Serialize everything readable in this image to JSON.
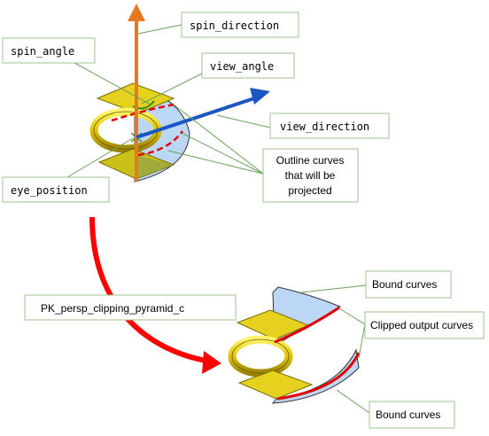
{
  "labels": {
    "spin_direction": "spin_direction",
    "spin_angle": "spin_angle",
    "view_angle": "view_angle",
    "view_direction": "view_direction",
    "outline_line1": "Outline curves",
    "outline_line2": "that will be",
    "outline_line3": "projected",
    "eye_position": "eye_position",
    "function_name": "PK_persp_clipping_pyramid_c",
    "bound_curves_top": "Bound curves",
    "clipped_output": "Clipped output curves",
    "bound_curves_bottom": "Bound curves"
  },
  "colors": {
    "spin_arrow": "#e87722",
    "view_arrow": "#1a56c4",
    "transition_arrow": "#ff0000",
    "clipped_curve": "#e00000",
    "plate_fill": "#e6d21e",
    "plate_stroke": "#8a7a00",
    "surface_fill": "#bcd7f5",
    "label_border": "#9bc48c"
  }
}
